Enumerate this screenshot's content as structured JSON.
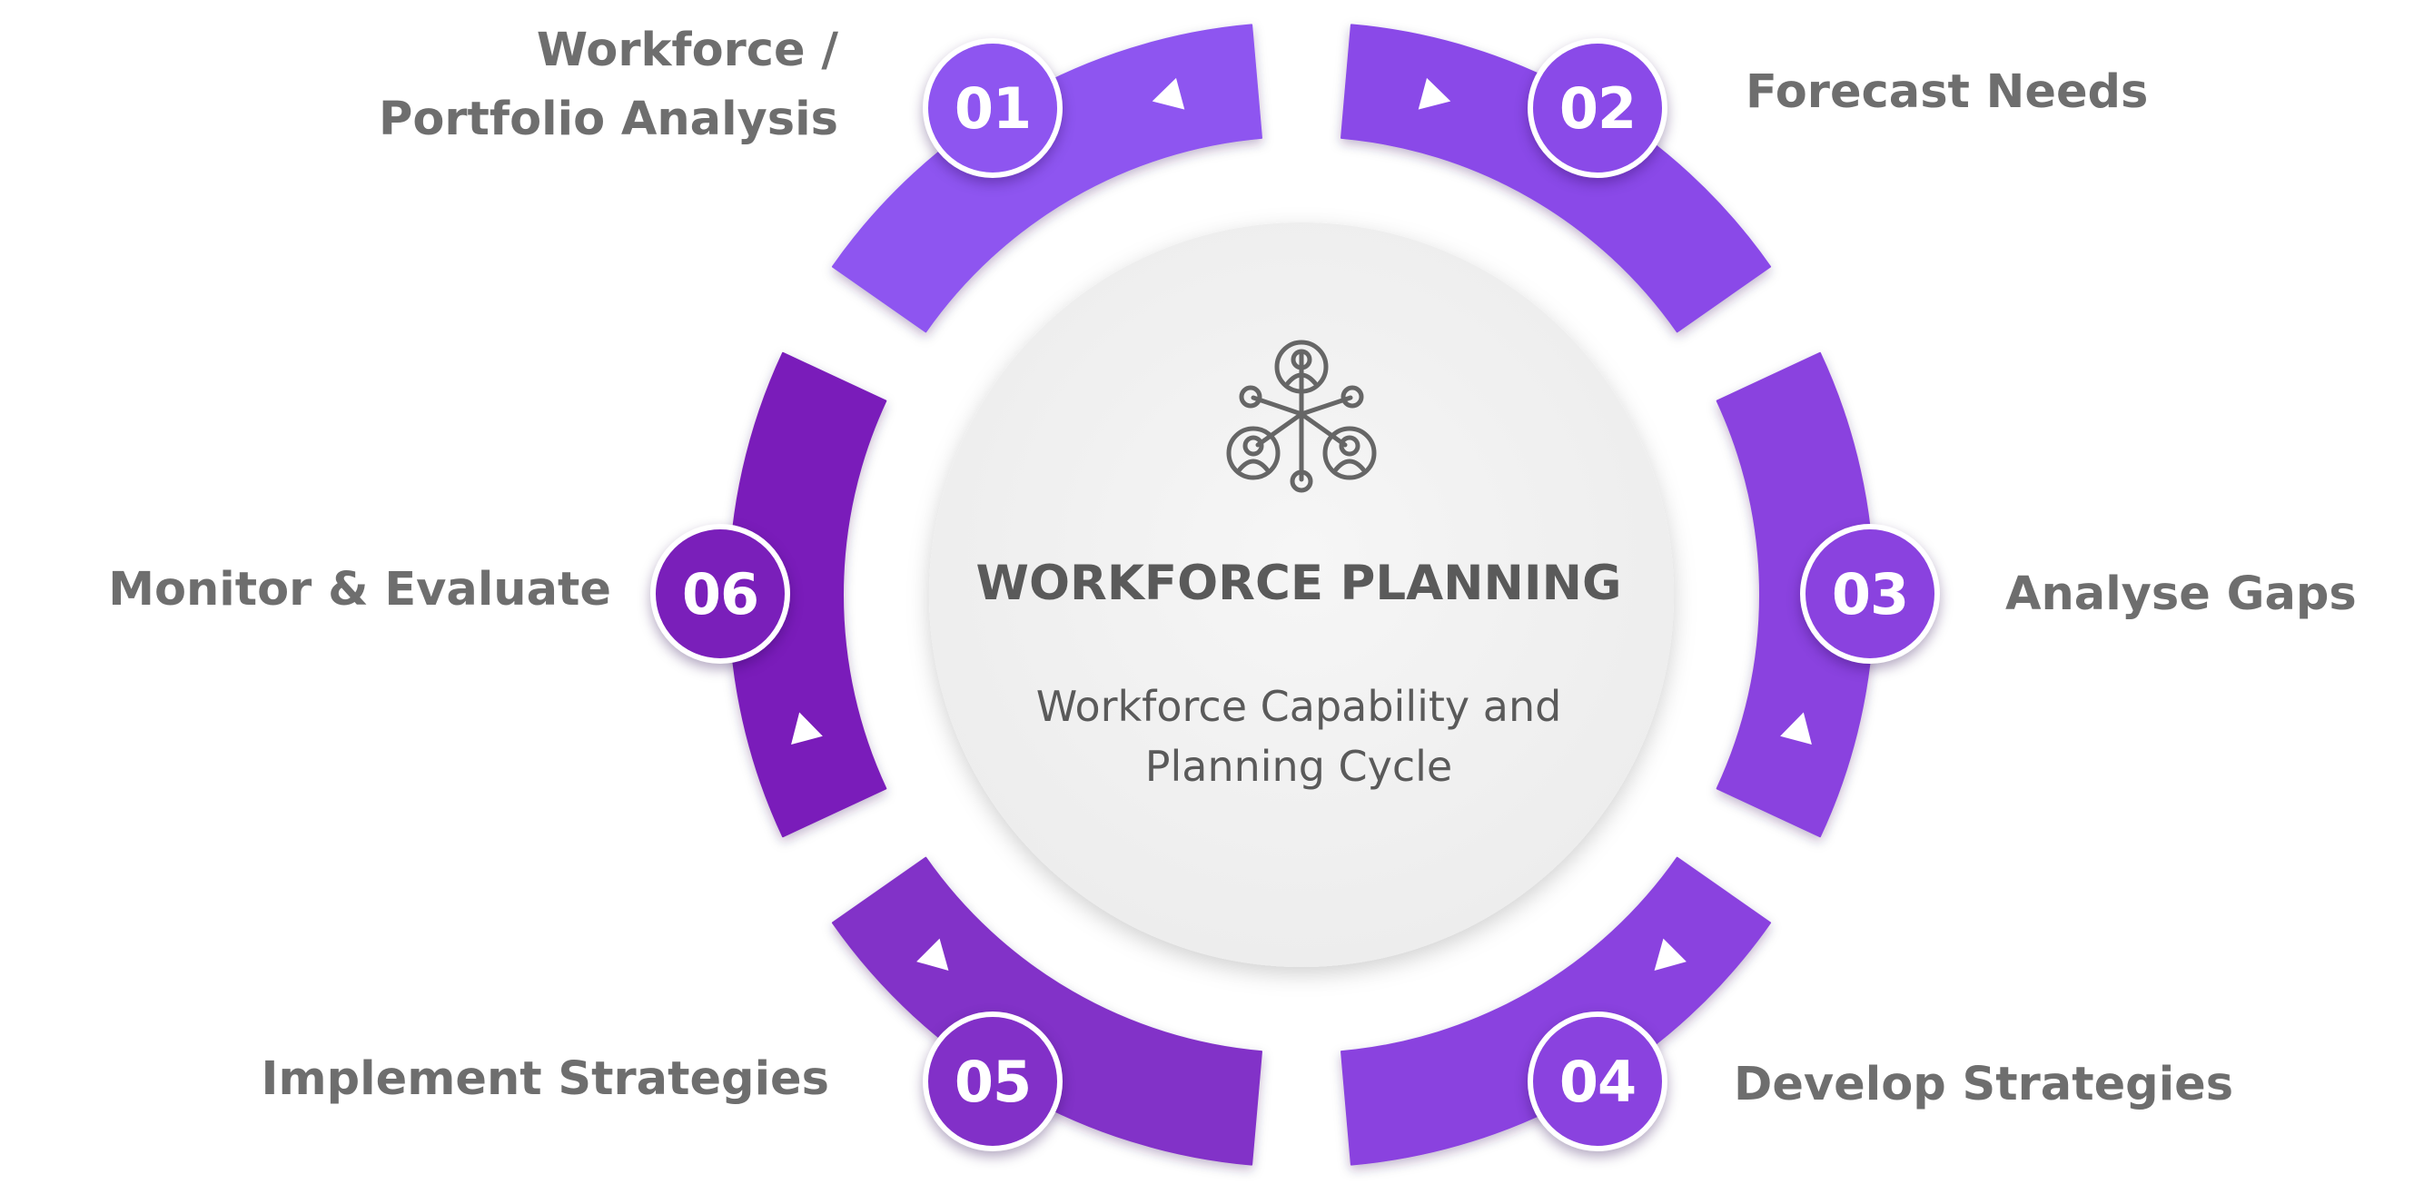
{
  "diagram": {
    "title": "WORKFORCE PLANNING",
    "subtitle_lines": [
      "Workforce Capability and",
      "Planning Cycle"
    ],
    "center_icon": "network-people-icon",
    "steps": [
      {
        "number": "01",
        "label_lines": [
          "Workforce /",
          "Portfolio Analysis"
        ],
        "color": "#8e55f0",
        "arrow": "left"
      },
      {
        "number": "02",
        "label_lines": [
          "Forecast Needs"
        ],
        "color": "#8a4ae8",
        "arrow": "right"
      },
      {
        "number": "03",
        "label_lines": [
          "Analyse Gaps"
        ],
        "color": "#8a42df",
        "arrow": "left"
      },
      {
        "number": "04",
        "label_lines": [
          "Develop Strategies"
        ],
        "color": "#8a42df",
        "arrow": "right"
      },
      {
        "number": "05",
        "label_lines": [
          "Implement Strategies"
        ],
        "color": "#8230c8",
        "arrow": "left"
      },
      {
        "number": "06",
        "label_lines": [
          "Monitor & Evaluate"
        ],
        "color": "#7a1fba",
        "arrow": "right"
      }
    ]
  },
  "colors": {
    "label_text": "#6e6e6e",
    "center_text": "#5a5a5a",
    "center_fill": "#f1f1f1",
    "icon_stroke": "#666666",
    "badge_border": "#ffffff"
  }
}
